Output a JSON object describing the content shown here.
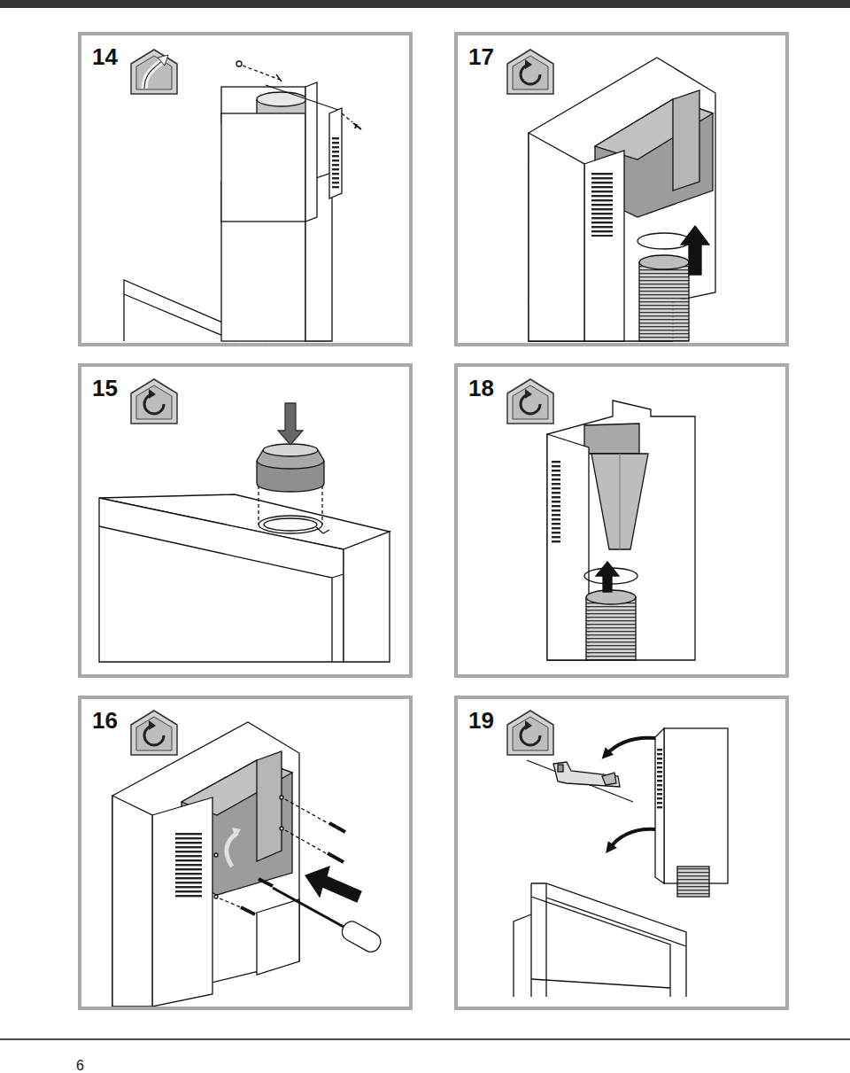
{
  "diagram": {
    "nodes": [
      {
        "text": [
          "14"
        ]
      },
      {
        "text": [
          "15"
        ]
      },
      {
        "text": [
          "16"
        ]
      },
      {
        "text": [
          "17"
        ]
      },
      {
        "text": [
          "18"
        ]
      },
      {
        "text": [
          "19"
        ]
      }
    ],
    "labels": [
      "6"
    ]
  }
}
